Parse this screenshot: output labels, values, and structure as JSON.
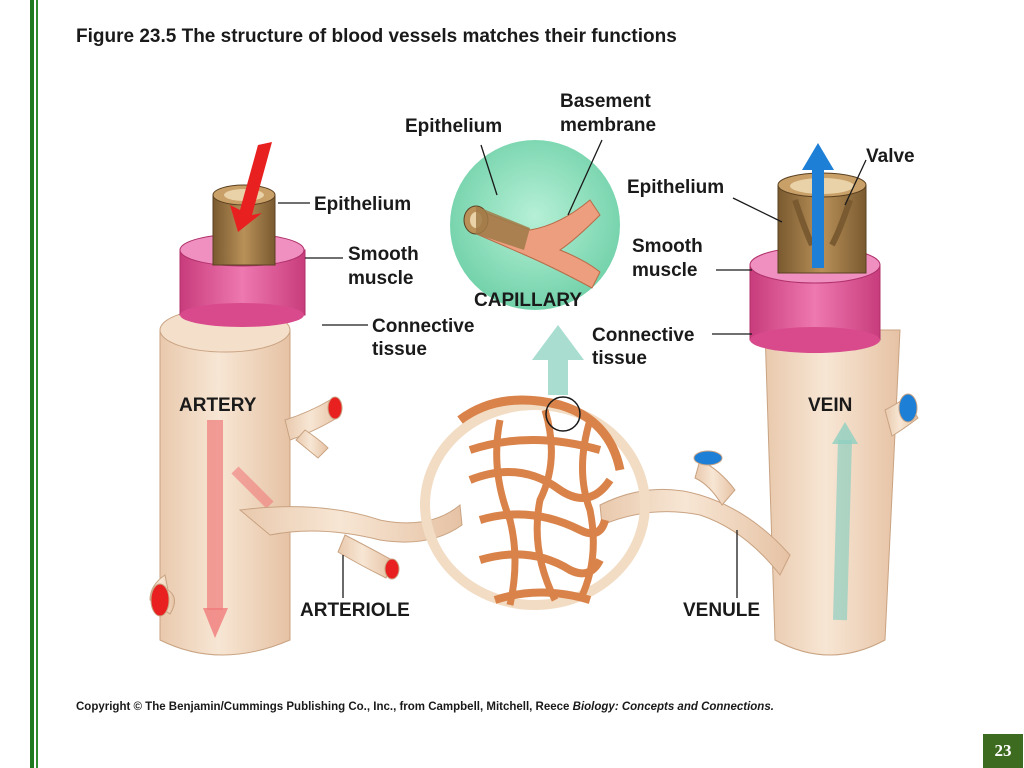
{
  "title": "Figure 23.5  The structure of blood vessels matches their functions",
  "labels": {
    "capillary_epithelium": "Epithelium",
    "basement": "Basement",
    "membrane": "membrane",
    "valve": "Valve",
    "artery_epithelium": "Epithelium",
    "artery_smooth": "Smooth",
    "artery_muscle": "muscle",
    "artery_connective": "Connective",
    "artery_tissue": "tissue",
    "vein_epithelium": "Epithelium",
    "vein_smooth": "Smooth",
    "vein_muscle": "muscle",
    "vein_connective": "Connective",
    "vein_tissue": "tissue",
    "capillary": "CAPILLARY",
    "artery": "ARTERY",
    "vein": "VEIN",
    "arteriole": "ARTERIOLE",
    "venule": "VENULE"
  },
  "copyright": {
    "text": "Copyright © The Benjamin/Cummings Publishing Co., Inc., from Campbell, Mitchell, Reece ",
    "book": "Biology: Concepts and Connections."
  },
  "page_number": "23",
  "colors": {
    "vessel": "#f2dcc4",
    "smooth_muscle": "#e0559a",
    "epithelium": "#9c7744",
    "capillary_bed": "#d9834a",
    "capillary_bubble": "#7fd9b4",
    "oxygenated": "#e82020",
    "deoxygenated": "#1e7fd6",
    "accent_green": "#3d6b1f"
  }
}
